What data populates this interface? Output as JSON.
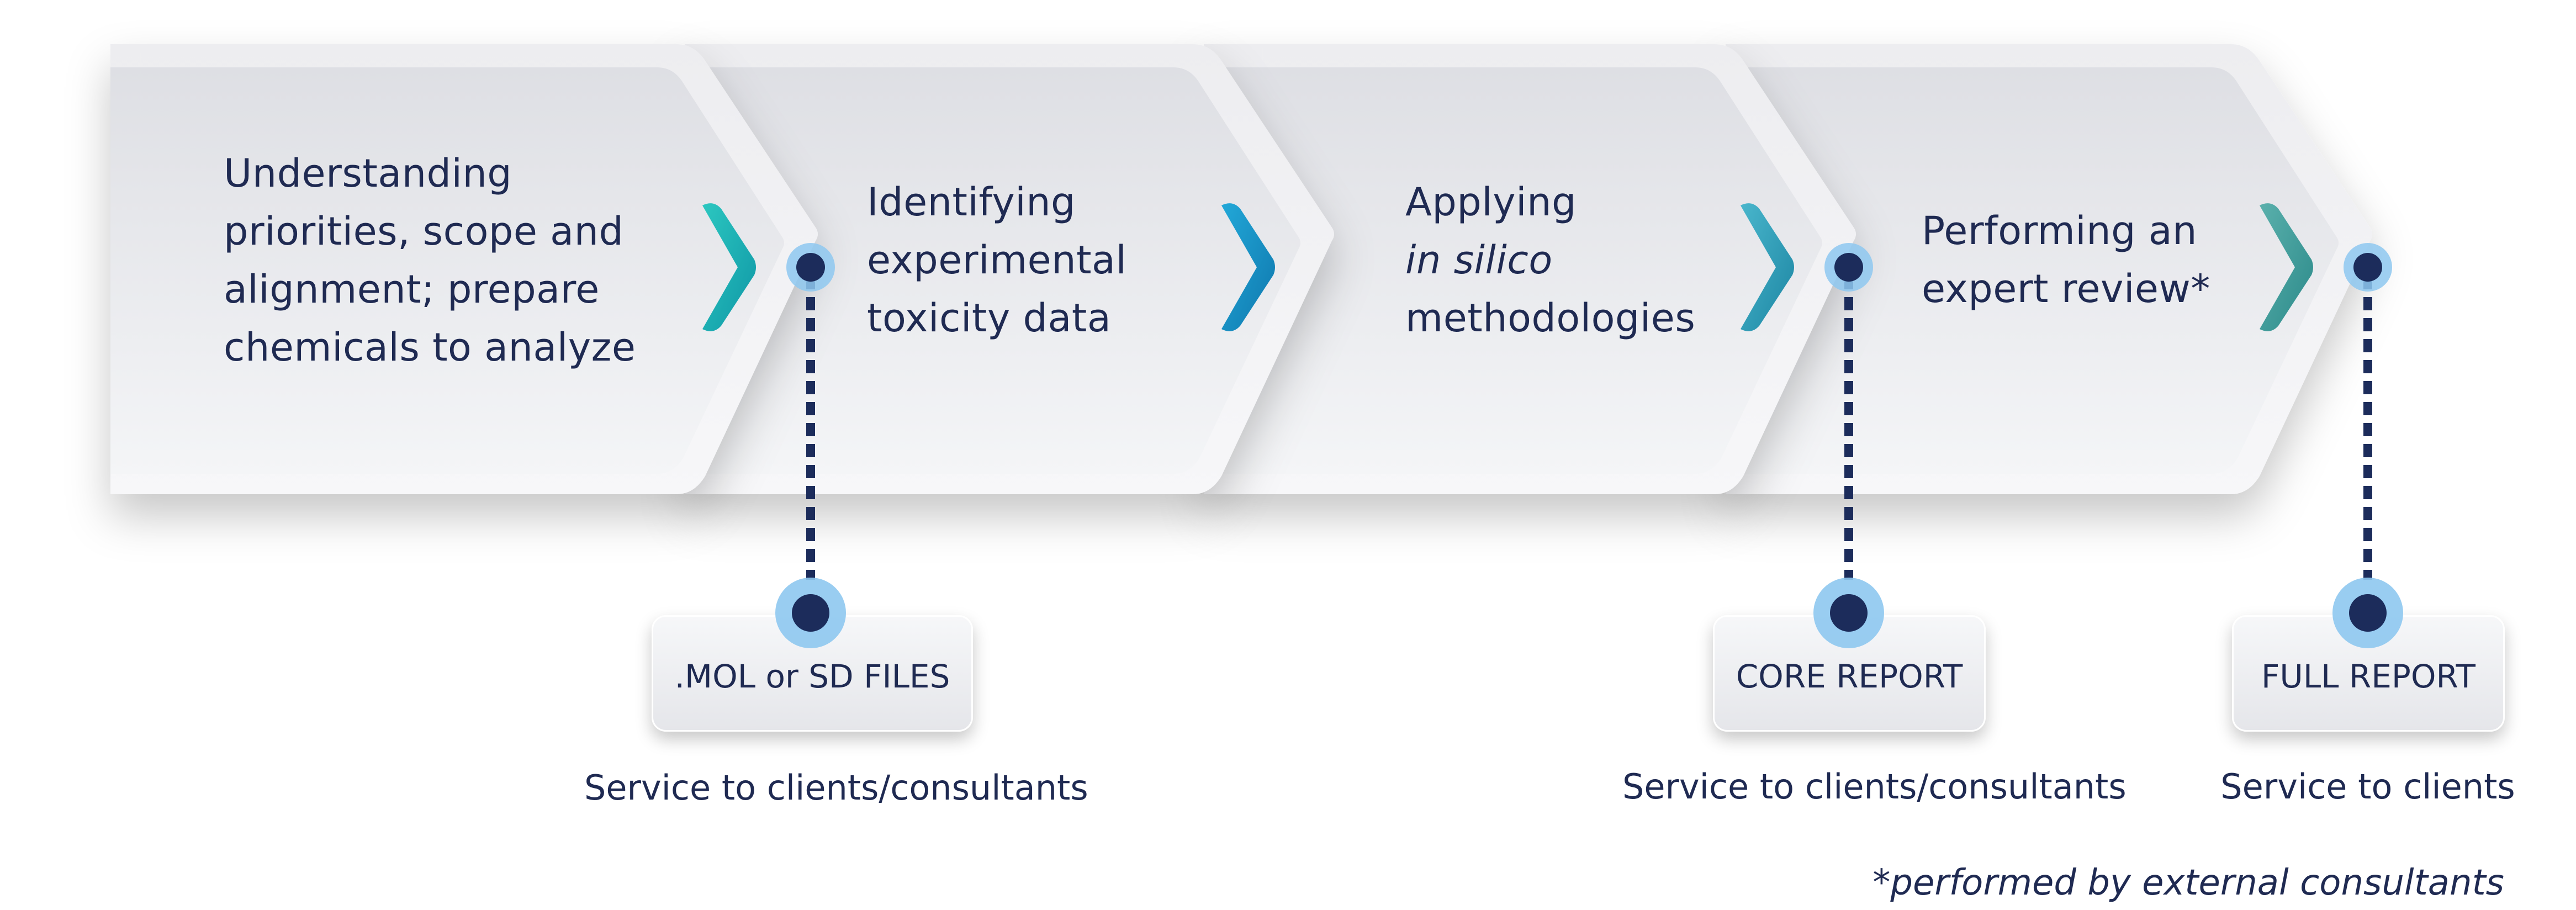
{
  "steps": [
    {
      "lines": [
        "Understanding",
        "priorities, scope and",
        "alignment; prepare",
        "chemicals to analyze"
      ]
    },
    {
      "lines": [
        "Identifying",
        "experimental",
        "toxicity data"
      ]
    },
    {
      "lines": [
        "Applying",
        "in silico",
        "methodologies"
      ]
    },
    {
      "lines": [
        "Performing an",
        "expert review*"
      ]
    }
  ],
  "outputs": [
    {
      "box_label": ".MOL or SD FILES",
      "service": "Service to clients/consultants"
    },
    {
      "box_label": "CORE REPORT",
      "service": "Service to clients/consultants"
    },
    {
      "box_label": "FULL REPORT",
      "service": "Service to clients"
    }
  ],
  "footnote": "*performed by external consultants",
  "colors": {
    "text": "#1f2a52",
    "arrow_teal": "#1bb3b3",
    "arrow_blue": "#1a8cc4",
    "node_dark": "#1c2c5b",
    "node_halo": "#8ec8f0"
  }
}
